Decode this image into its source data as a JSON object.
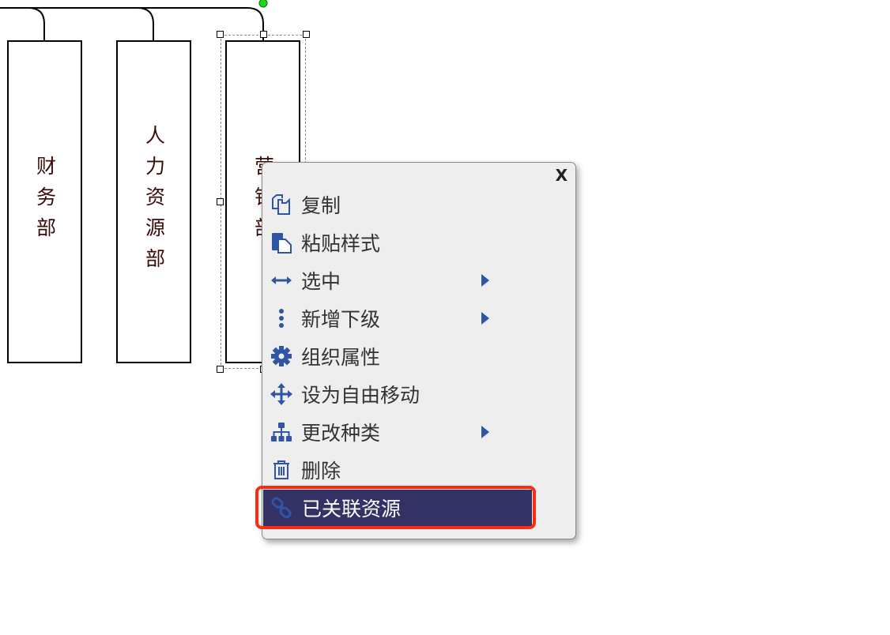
{
  "org_chart": {
    "nodes": [
      {
        "label": "财务部"
      },
      {
        "label": "人力资源部"
      },
      {
        "label": "营销部"
      }
    ]
  },
  "context_menu": {
    "close_label": "X",
    "items": [
      {
        "label": "复制",
        "icon": "copy-icon",
        "submenu": false
      },
      {
        "label": "粘贴样式",
        "icon": "paste-style-icon",
        "submenu": false
      },
      {
        "label": "选中",
        "icon": "horizontal-arrows-icon",
        "submenu": true
      },
      {
        "label": "新增下级",
        "icon": "vertical-dots-icon",
        "submenu": true
      },
      {
        "label": "组织属性",
        "icon": "gear-icon",
        "submenu": false
      },
      {
        "label": "设为自由移动",
        "icon": "move-icon",
        "submenu": false
      },
      {
        "label": "更改种类",
        "icon": "sitemap-icon",
        "submenu": true
      },
      {
        "label": "删除",
        "icon": "trash-icon",
        "submenu": false
      },
      {
        "label": "已关联资源",
        "icon": "link-icon",
        "submenu": false,
        "active": true
      }
    ]
  },
  "colors": {
    "accent": "#2f55a4",
    "active_bg": "#343264",
    "highlight": "#ff2a12",
    "node_text": "#3b0b0b"
  }
}
